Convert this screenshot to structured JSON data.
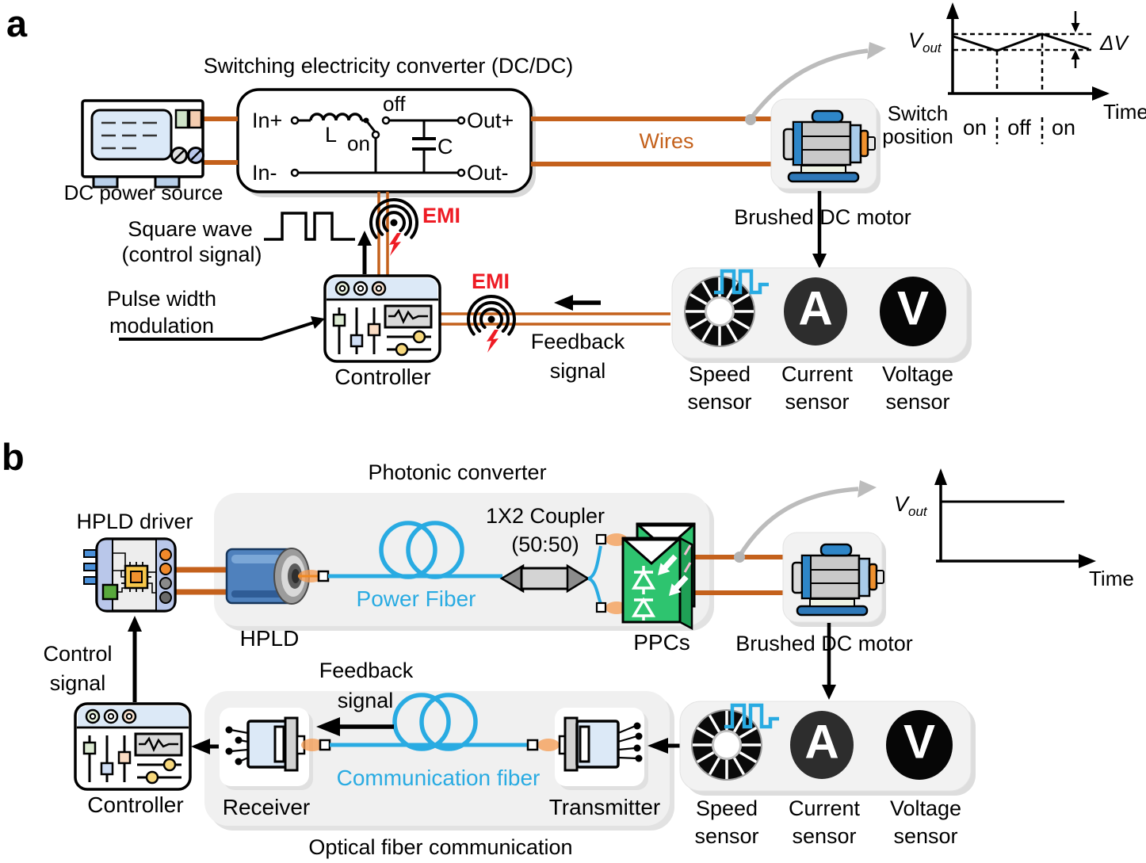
{
  "colors": {
    "wire_orange": "#C4611C",
    "fiber_blue": "#29ABE2",
    "emi_red": "#EE1C25",
    "ppc_green": "#2EC46F",
    "box_gray": "#F2F2F2",
    "controller_header_blue": "#DCE9F7",
    "motor_blue": "#2B7FC4",
    "glow_orange": "#F59B50"
  },
  "icons": {
    "dc_power_source": "bench-power-supply-icon",
    "brushed_dc_motor": "motor-icon",
    "controller": "mixer-panel-icon",
    "emi": "radiation-coil-icon",
    "lightning": "lightning-bolt-icon",
    "speed_sensor": "encoder-fan-icon",
    "current_sensor": "ammeter-icon",
    "voltage_sensor": "voltmeter-icon",
    "square_wave": "square-wave-icon",
    "hpld_driver": "driver-board-icon",
    "hpld": "laser-diode-icon",
    "fiber_coil": "fiber-loop-icon",
    "fiber_connector": "fiber-connector-icon",
    "coupler": "fiber-coupler-icon",
    "ppc": "photovoltaic-converter-icon",
    "receiver": "photoreceiver-icon",
    "transmitter": "optical-transmitter-icon"
  },
  "panel_a": {
    "panel_label": "a",
    "title": "Switching electricity converter (DC/DC)",
    "dc_power_source_label": "DC power source",
    "circuit": {
      "in_plus": "In+",
      "in_minus": "In-",
      "out_plus": "Out+",
      "out_minus": "Out-",
      "inductor": "L",
      "capacitor": "C",
      "switch_off": "off",
      "switch_on": "on"
    },
    "wires_label": "Wires",
    "motor_label": "Brushed DC motor",
    "emi_top": "EMI",
    "emi_bottom": "EMI",
    "square_wave_line1": "Square wave",
    "square_wave_line2": "(control signal)",
    "pwm_line1": "Pulse width",
    "pwm_line2": "modulation",
    "controller_label": "Controller",
    "feedback_line1": "Feedback",
    "feedback_line2": "signal",
    "graph": {
      "v_label": "V",
      "v_sub": "out",
      "ripple_label": "ΔV",
      "x_axis_label": "Time",
      "switch_caption_line1": "Switch",
      "switch_caption_line2": "position",
      "segments": [
        "on",
        "off",
        "on"
      ]
    },
    "sensors": {
      "speed_line1": "Speed",
      "speed_line2": "sensor",
      "current_line1": "Current",
      "current_line2": "sensor",
      "voltage_line1": "Voltage",
      "voltage_line2": "sensor",
      "ammeter_letter": "A",
      "voltmeter_letter": "V"
    }
  },
  "panel_b": {
    "panel_label": "b",
    "title": "Photonic converter",
    "hpld_driver_label": "HPLD driver",
    "hpld_label": "HPLD",
    "power_fiber_label": "Power Fiber",
    "coupler_line1": "1X2 Coupler",
    "coupler_line2": "(50:50)",
    "ppcs_label": "PPCs",
    "motor_label": "Brushed DC motor",
    "control_line1": "Control",
    "control_line2": "signal",
    "controller_label": "Controller",
    "receiver_label": "Receiver",
    "transmitter_label": "Transmitter",
    "comm_fiber_label": "Communication fiber",
    "feedback_line1": "Feedback",
    "feedback_line2": "signal",
    "optical_label": "Optical fiber communication",
    "graph": {
      "v_label": "V",
      "v_sub": "out",
      "x_axis_label": "Time"
    },
    "sensors": {
      "speed_line1": "Speed",
      "speed_line2": "sensor",
      "current_line1": "Current",
      "current_line2": "sensor",
      "voltage_line1": "Voltage",
      "voltage_line2": "sensor",
      "ammeter_letter": "A",
      "voltmeter_letter": "V"
    }
  }
}
